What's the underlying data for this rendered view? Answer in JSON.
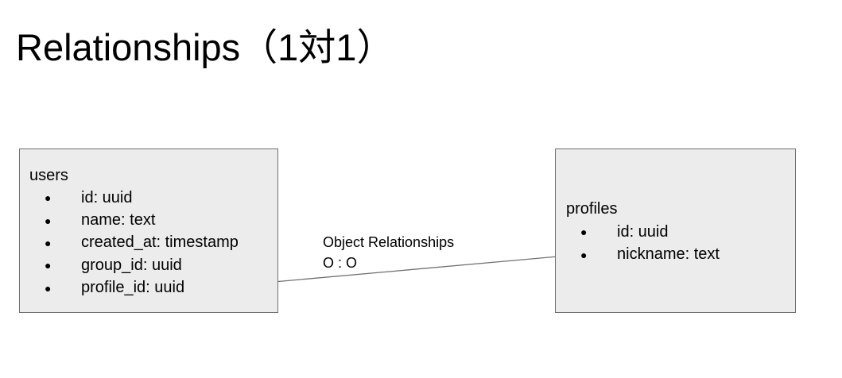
{
  "title": "Relationships（1対1）",
  "users": {
    "name": "users",
    "fields": [
      "id: uuid",
      "name: text",
      "created_at: timestamp",
      "group_id: uuid",
      "profile_id: uuid"
    ]
  },
  "profiles": {
    "name": "profiles",
    "fields": [
      "id: uuid",
      "nickname: text"
    ]
  },
  "relationship": {
    "label": "Object Relationships",
    "cardinality": "O : O"
  },
  "colors": {
    "box_fill": "#ececec",
    "box_border": "#6f6f6f",
    "connector": "#707070"
  }
}
